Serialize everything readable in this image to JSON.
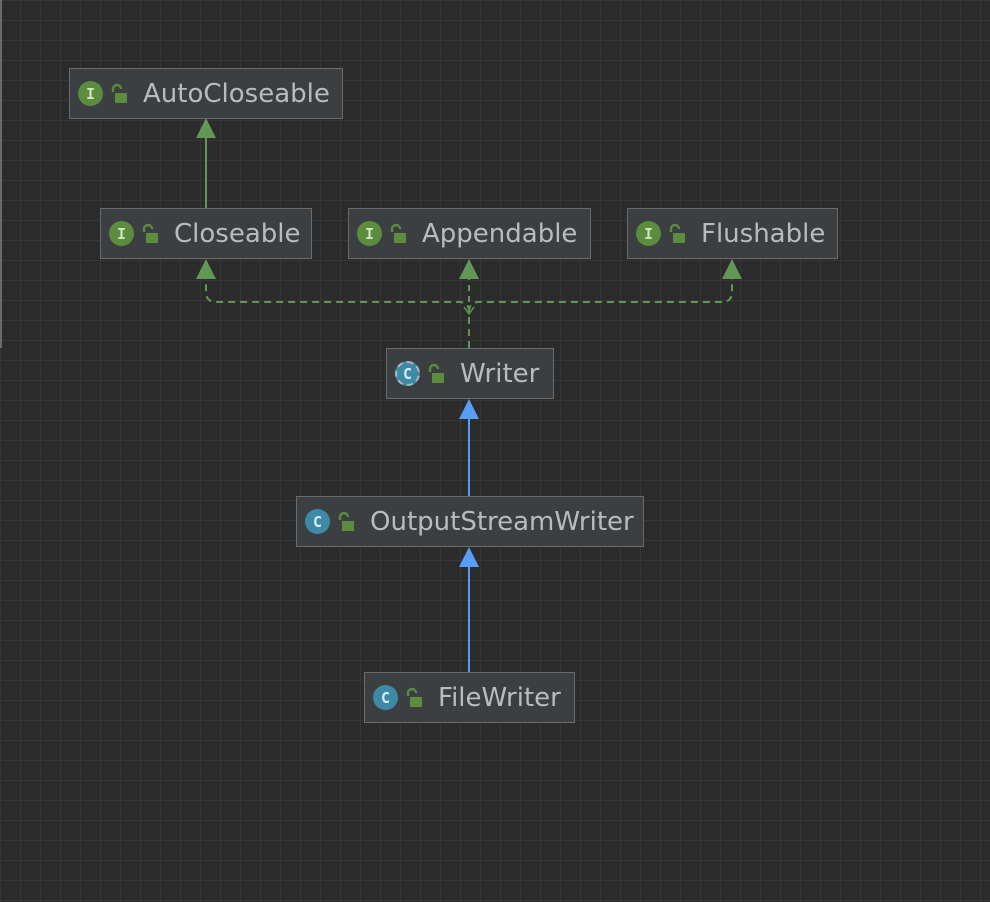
{
  "colors": {
    "background": "#2b2b2b",
    "node_fill": "#3c3f41",
    "node_border": "#6b6b6b",
    "text": "#bbbbbb",
    "interface_badge": "#5c8c3d",
    "class_badge": "#3e8aa6",
    "implements_edge": "#629755",
    "extends_edge": "#589df6"
  },
  "nodes": {
    "autocloseable": {
      "label": "AutoCloseable",
      "kind": "interface",
      "badge": "I",
      "icon": "interface-icon"
    },
    "closeable": {
      "label": "Closeable",
      "kind": "interface",
      "badge": "I",
      "icon": "interface-icon"
    },
    "appendable": {
      "label": "Appendable",
      "kind": "interface",
      "badge": "I",
      "icon": "interface-icon"
    },
    "flushable": {
      "label": "Flushable",
      "kind": "interface",
      "badge": "I",
      "icon": "interface-icon"
    },
    "writer": {
      "label": "Writer",
      "kind": "abstract-class",
      "badge": "C",
      "icon": "abstract-class-icon"
    },
    "outputstreamwriter": {
      "label": "OutputStreamWriter",
      "kind": "class",
      "badge": "C",
      "icon": "class-icon"
    },
    "filewriter": {
      "label": "FileWriter",
      "kind": "class",
      "badge": "C",
      "icon": "class-icon"
    }
  },
  "edges": [
    {
      "from": "closeable",
      "to": "autocloseable",
      "type": "extends-interface",
      "style": "solid"
    },
    {
      "from": "writer",
      "to": "closeable",
      "type": "implements",
      "style": "dashed"
    },
    {
      "from": "writer",
      "to": "appendable",
      "type": "implements",
      "style": "dashed"
    },
    {
      "from": "writer",
      "to": "flushable",
      "type": "implements",
      "style": "dashed"
    },
    {
      "from": "outputstreamwriter",
      "to": "writer",
      "type": "extends",
      "style": "solid"
    },
    {
      "from": "filewriter",
      "to": "outputstreamwriter",
      "type": "extends",
      "style": "solid"
    }
  ]
}
